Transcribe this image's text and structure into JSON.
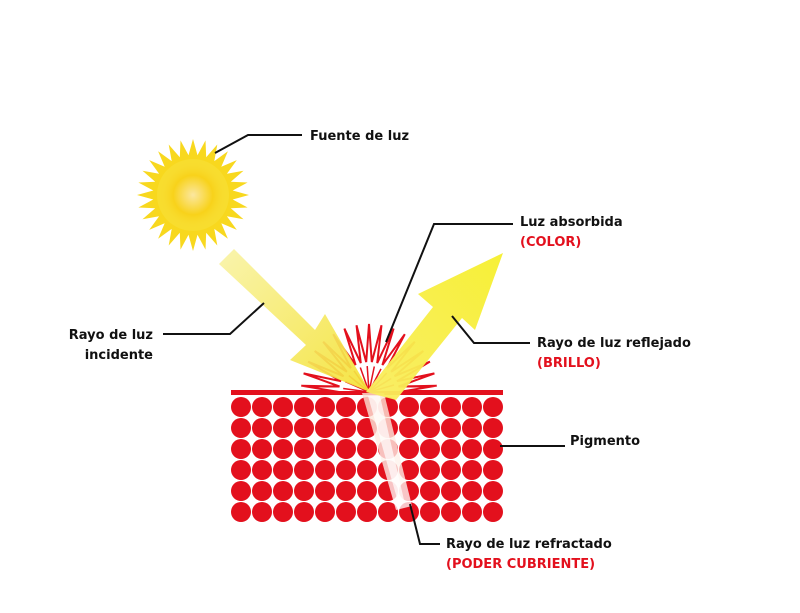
{
  "labels": {
    "light_source": "Fuente de luz",
    "incident_line1": "Rayo de luz",
    "incident_line2": "incidente",
    "absorbed": "Luz absorbida",
    "absorbed_effect": "(COLOR)",
    "reflected": "Rayo de luz reflejado",
    "reflected_effect": "(BRILLO)",
    "pigment": "Pigmento",
    "refracted": "Rayo de luz refractado",
    "refracted_effect": "(PODER CUBRIENTE)"
  },
  "colors": {
    "accent_red": "#e3101d",
    "sun_yellow": "#f7d51c",
    "ray_yellow": "#f6ef4a",
    "text": "#111111"
  },
  "pigment_grid": {
    "rows": 6,
    "columns": 13
  }
}
